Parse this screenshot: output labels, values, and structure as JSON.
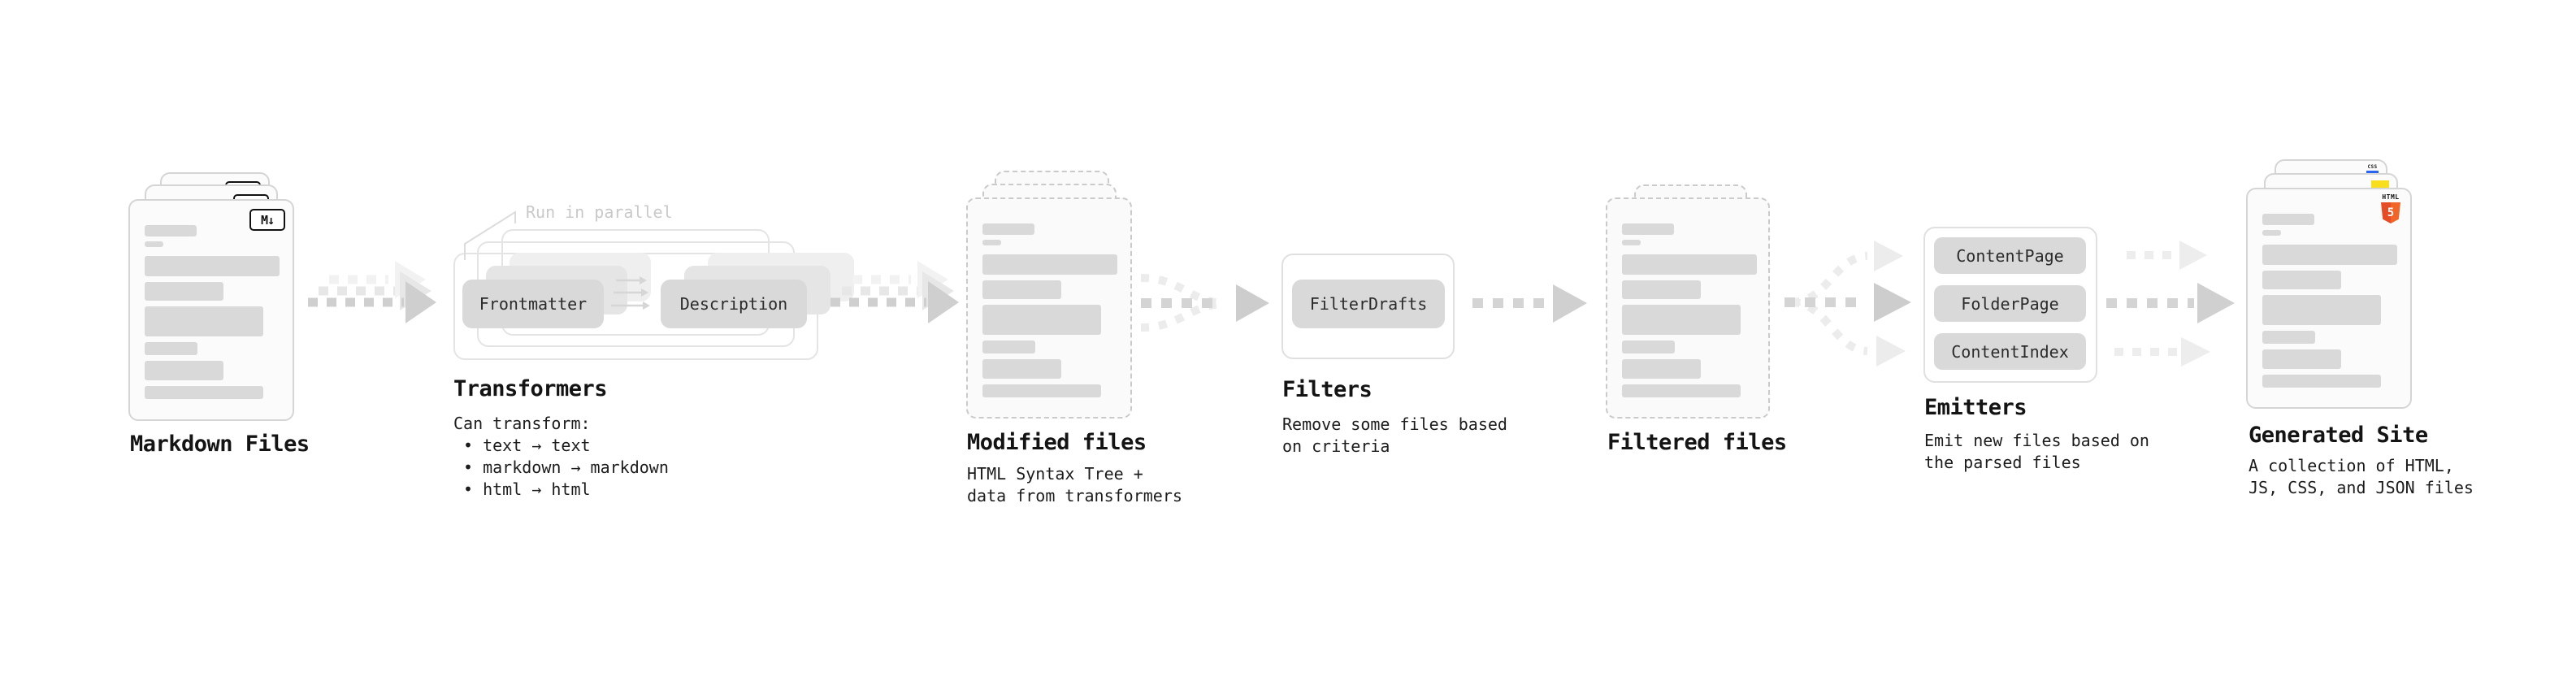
{
  "diagram": {
    "stages": {
      "markdown_files": {
        "caption": "Markdown Files",
        "badge": "M↓"
      },
      "transformers": {
        "caption": "Transformers",
        "parallel_note": "Run in parallel",
        "input_pill": "Frontmatter",
        "output_pill": "Description",
        "desc_title": "Can transform:",
        "bullets": [
          "• text → text",
          "• markdown → markdown",
          "• html → html"
        ]
      },
      "modified_files": {
        "caption": "Modified files",
        "desc_lines": [
          "HTML Syntax Tree +",
          "data from transformers"
        ]
      },
      "filters": {
        "caption": "Filters",
        "pill": "FilterDrafts",
        "desc_lines": [
          "Remove some files based",
          "on criteria"
        ]
      },
      "filtered_files": {
        "caption": "Filtered files"
      },
      "emitters": {
        "caption": "Emitters",
        "pills": [
          "ContentPage",
          "FolderPage",
          "ContentIndex"
        ],
        "desc_lines": [
          "Emit new files based on",
          "the parsed files"
        ]
      },
      "generated_site": {
        "caption": "Generated Site",
        "desc_lines": [
          "A collection of HTML,",
          "JS, CSS, and JSON files"
        ],
        "html5_icon_label": "HTML",
        "html5_icon_number": "5",
        "css_icon_label": "CSS"
      }
    },
    "colors": {
      "html5_orange": "#e44d26",
      "html5_orange_light": "#f16529",
      "js_yellow": "#f7df1e",
      "css_blue": "#2965f1",
      "pill_gray": "#d9d9d9",
      "placeholder_gray": "#d9d9d9",
      "arrow_dark": "#cfcfcf",
      "arrow_light": "#ededed",
      "note_gray": "#c9c9c9"
    }
  }
}
